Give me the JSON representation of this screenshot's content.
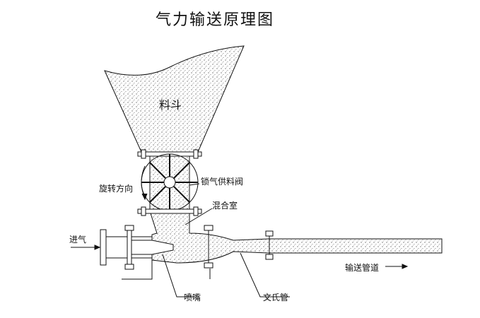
{
  "title": "气力输送原理图",
  "labels": {
    "hopper": "料斗",
    "rotation": "旋转方向",
    "valve": "锁气供料阀",
    "mixing": "混合室",
    "inlet": "进气",
    "nozzle": "喷嘴",
    "venturi": "文氏管",
    "pipeline": "输送管道"
  },
  "colors": {
    "line": "#111111",
    "fill": "#ffffff"
  }
}
